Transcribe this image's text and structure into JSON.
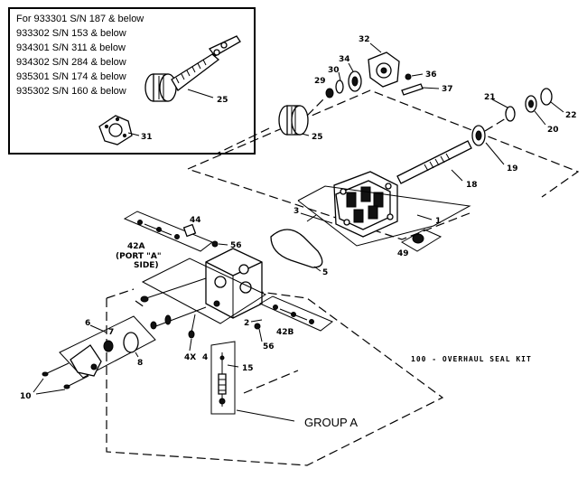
{
  "inset": {
    "lines": [
      "For 933301 S/N 187 & below",
      "933302 S/N 153 & below",
      "934301 S/N 311 & below",
      "934302 S/N 284 & below",
      "935301 S/N 174 & below",
      "935302 S/N 160 & below"
    ],
    "labels": {
      "shaft": "25",
      "plate": "31"
    }
  },
  "callouts": {
    "c32": "32",
    "c30": "30",
    "c34": "34",
    "c29": "29",
    "c36": "36",
    "c37": "37",
    "c25": "25",
    "c21": "21",
    "c22": "22",
    "c20": "20",
    "c19": "19",
    "c18": "18",
    "c3": "3",
    "c1": "1",
    "c49": "49",
    "c5": "5",
    "c44": "44",
    "c56": "56",
    "c42a": "42A",
    "port": "(PORT  \"A\"",
    "side": "SIDE)",
    "c6": "6",
    "c7": "7",
    "c8": "8",
    "c10": "10",
    "c2": "2",
    "c42b": "42B",
    "c56b": "56",
    "c4x": "4X",
    "c4": "4",
    "c15": "15"
  },
  "kit_note": "100 - OVERHAUL SEAL KIT",
  "group_label": "GROUP A"
}
